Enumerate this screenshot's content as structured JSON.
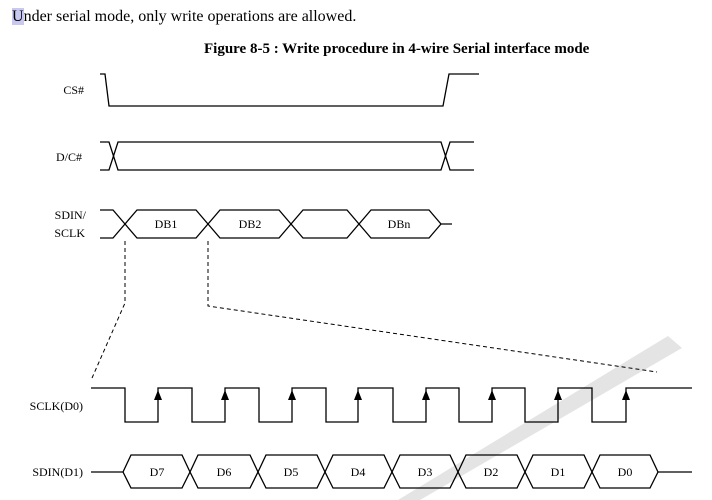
{
  "intro": {
    "first_letter": "U",
    "rest": "nder serial mode, only write operations are allowed."
  },
  "figure": {
    "caption": "Figure 8-5 : Write procedure in 4-wire Serial interface mode",
    "signals": {
      "cs": "CS#",
      "dc": "D/C#",
      "bus_line1": "SDIN/",
      "bus_line2": "SCLK",
      "sclk": "SCLK(D0)",
      "sdin": "SDIN(D1)"
    },
    "bus_bytes": [
      "DB1",
      "DB2",
      "",
      "DBn"
    ],
    "bits": [
      "D7",
      "D6",
      "D5",
      "D4",
      "D3",
      "D2",
      "D1",
      "D0"
    ]
  }
}
